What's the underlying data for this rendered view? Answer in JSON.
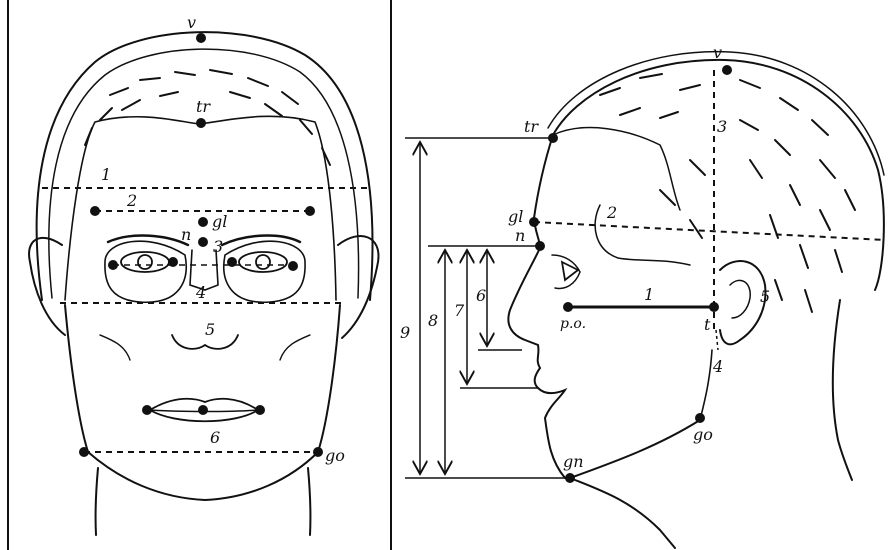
{
  "front_view": {
    "landmarks": {
      "v": "v",
      "tr": "tr",
      "gl": "gl",
      "n": "n",
      "go": "go"
    },
    "lines": {
      "l1": "1",
      "l2": "2",
      "l3": "3",
      "l4": "4",
      "l5": "5",
      "l6": "6"
    }
  },
  "side_view": {
    "landmarks": {
      "v": "v",
      "tr": "tr",
      "gl": "gl",
      "n": "n",
      "po": "p.o.",
      "t": "t",
      "go": "go",
      "gn": "gn"
    },
    "lines": {
      "l1": "1",
      "l2": "2",
      "l3": "3",
      "l4": "4",
      "l5": "5"
    },
    "dimensions": {
      "d6": "6",
      "d7": "7",
      "d8": "8",
      "d9": "9"
    }
  },
  "colors": {
    "ink": "#111111",
    "background": "#ffffff"
  }
}
